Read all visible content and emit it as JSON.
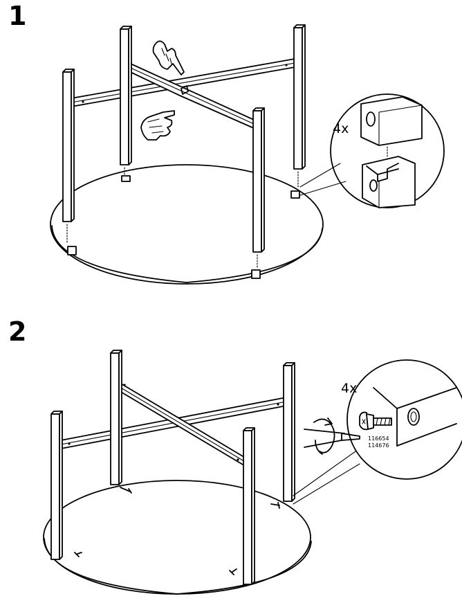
{
  "steps": [
    {
      "number": "1",
      "quantity": "4x"
    },
    {
      "number": "2",
      "quantity": "4x",
      "part_numbers": [
        "116654",
        "114676"
      ]
    }
  ]
}
